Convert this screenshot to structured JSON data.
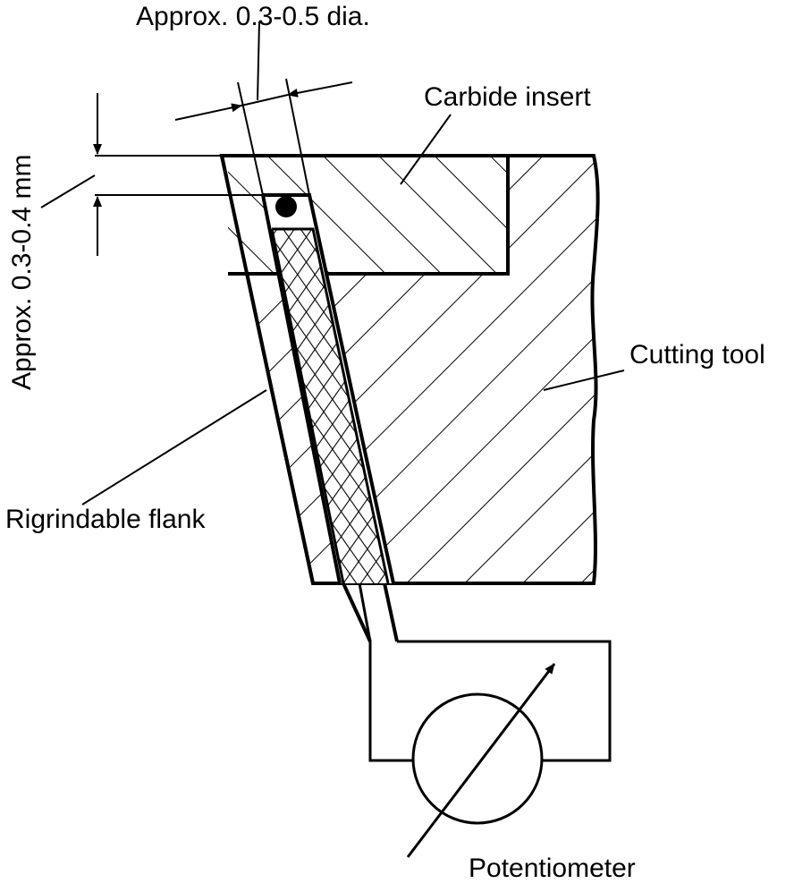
{
  "labels": {
    "dia": "Approx. 0.3-0.5 dia.",
    "depth": "Approx. 0.3-0.4 mm",
    "carbide": "Carbide insert",
    "tool": "Cutting tool",
    "flank": "Rigrindable flank",
    "pot": "Potentiometer"
  },
  "colors": {
    "line": "#000000",
    "background": "#ffffff"
  }
}
